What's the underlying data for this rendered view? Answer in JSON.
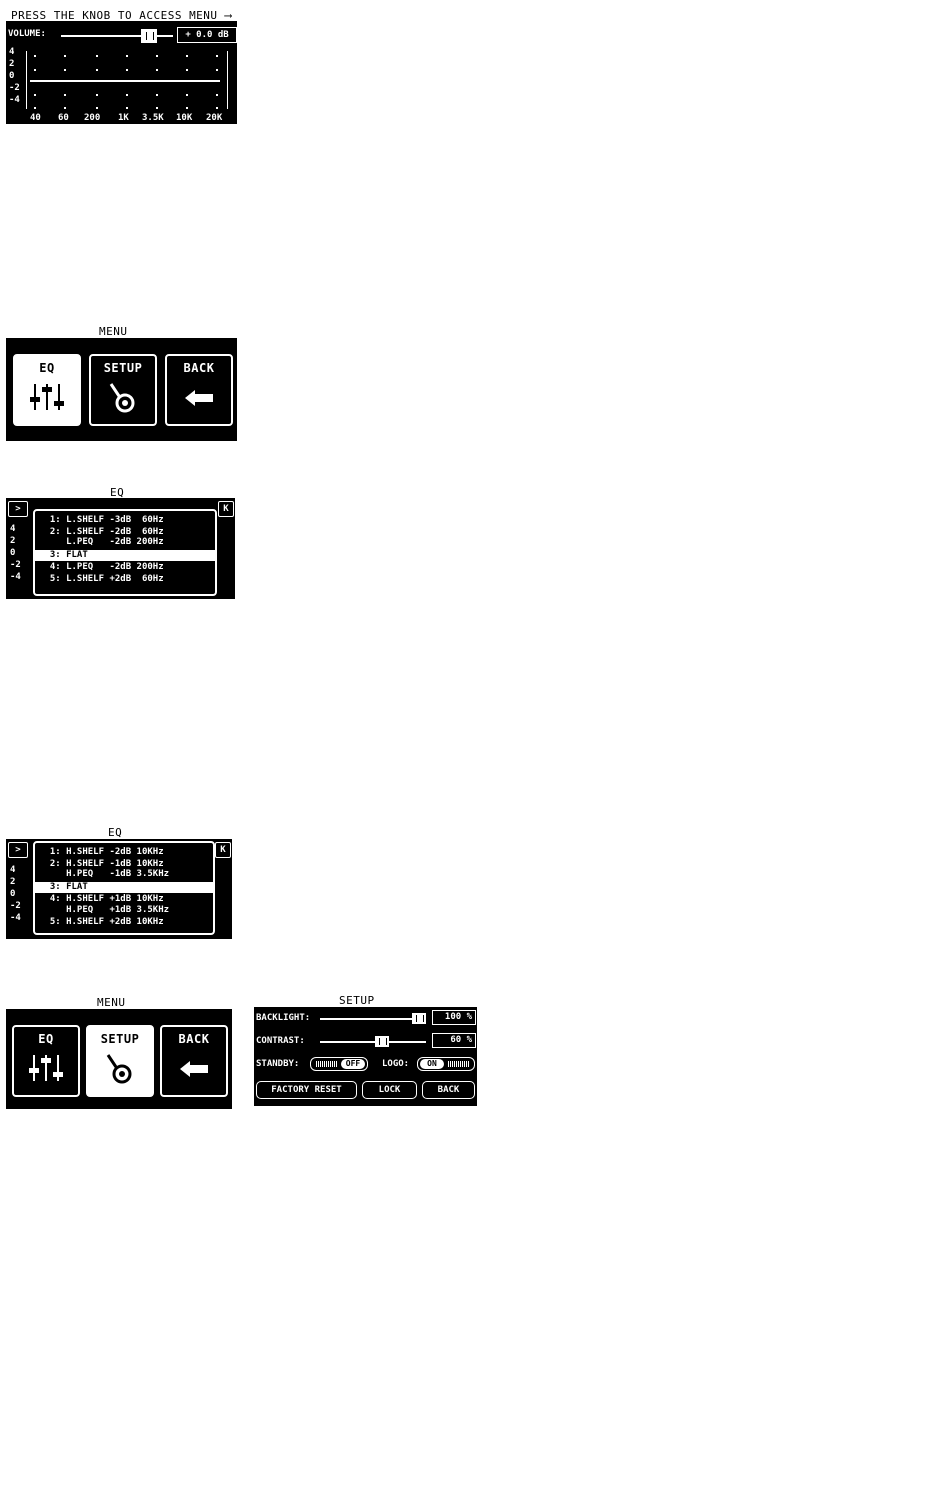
{
  "home": {
    "hint": "PRESS THE KNOB TO ACCESS MENU",
    "arrow": "⟶",
    "volume_label": "VOLUME:",
    "volume_value": "+ 0.0 dB",
    "volume_level": 0.82,
    "y_ticks": [
      "4",
      "2",
      "0",
      "-2",
      "-4"
    ],
    "freqs": [
      "40",
      "60",
      "200",
      "1K",
      "3.5K",
      "10K",
      "20K"
    ]
  },
  "menu1": {
    "title": "MENU",
    "tiles": [
      {
        "label": "EQ",
        "icon": "sliders-icon"
      },
      {
        "label": "SETUP",
        "icon": "gear-icon"
      },
      {
        "label": "BACK",
        "icon": "back-arrow-icon"
      }
    ],
    "selected": 0
  },
  "eq1": {
    "title": "EQ",
    "back_arrow": ">",
    "corner": "K",
    "y_ticks": [
      "4",
      "2",
      "0",
      "-2",
      "-4"
    ],
    "presets": [
      "  1: L.SHELF -3dB  60Hz",
      "  2: L.SHELF -2dB  60Hz",
      "     L.PEQ   -2dB 200Hz",
      "  3: FLAT",
      "  4: L.PEQ   -2dB 200Hz",
      "  5: L.SHELF +2dB  60Hz"
    ],
    "selected": 3
  },
  "eq2": {
    "title": "EQ",
    "back_arrow": ">",
    "corner": "K",
    "y_ticks": [
      "4",
      "2",
      "0",
      "-2",
      "-4"
    ],
    "presets": [
      "  1: H.SHELF -2dB 10KHz",
      "  2: H.SHELF -1dB 10KHz",
      "     H.PEQ   -1dB 3.5KHz",
      "  3: FLAT",
      "  4: H.SHELF +1dB 10KHz",
      "     H.PEQ   +1dB 3.5KHz",
      "  5: H.SHELF +2dB 10KHz"
    ],
    "selected": 3
  },
  "menu2": {
    "title": "MENU",
    "tiles": [
      {
        "label": "EQ",
        "icon": "sliders-icon"
      },
      {
        "label": "SETUP",
        "icon": "gear-icon"
      },
      {
        "label": "BACK",
        "icon": "back-arrow-icon"
      }
    ],
    "selected": 1
  },
  "setup": {
    "title": "SETUP",
    "backlight_label": "BACKLIGHT:",
    "backlight_value": "100 %",
    "backlight_level": 1.0,
    "contrast_label": "CONTRAST:",
    "contrast_value": "60 %",
    "contrast_level": 0.6,
    "standby_label": "STANDBY:",
    "standby_value": "OFF",
    "logo_label": "LOGO:",
    "logo_value": "ON",
    "buttons": [
      "FACTORY RESET",
      "LOCK",
      "BACK"
    ]
  }
}
